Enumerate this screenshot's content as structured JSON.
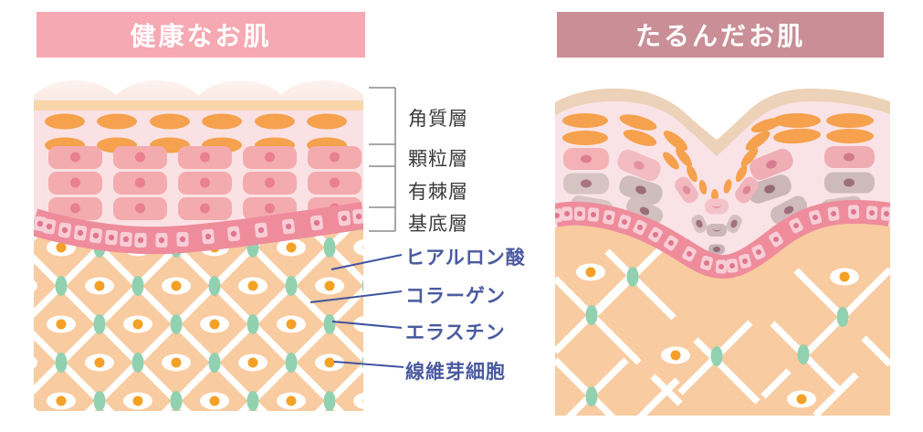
{
  "panels": {
    "healthy": {
      "title": "健康なお肌"
    },
    "sagging": {
      "title": "たるんだお肌"
    }
  },
  "epidermis_layers": [
    {
      "label": "角質層"
    },
    {
      "label": "顆粒層"
    },
    {
      "label": "有棘層"
    },
    {
      "label": "基底層"
    }
  ],
  "dermis_components": [
    {
      "label": "ヒアルロン酸"
    },
    {
      "label": "コラーゲン"
    },
    {
      "label": "エラスチン"
    },
    {
      "label": "線維芽細胞"
    }
  ],
  "colors": {
    "healthy_banner": "#f6a9b2",
    "sagging_banner": "#c98e96",
    "banner_text": "#ffffff",
    "layer_label_text": "#3b3b3b",
    "component_label_text": "#4a5aa0",
    "pointer_line": "#3f54a0",
    "bracket_line": "#8a8a8a",
    "surface_bump": "#f9dcd4",
    "stratum_corneum_band": "#f8d5aa",
    "epidermis_background": "#fae2e4",
    "granular_cell_orange": "#f5a14d",
    "spinous_cell_pink": "#f4abae",
    "spinous_cell_dot": "#e8808f",
    "basal_band": "#ee8c9c",
    "basal_cell": "#f8cdd6",
    "basal_cell_dot": "#e0768c",
    "dermis_background": "#f9cba0",
    "collagen_fiber": "#ffffff",
    "elastin_teal": "#92d1b0",
    "fibroblast_dot": "#f5a127",
    "sagging_surface_tan": "#ecd2b8",
    "sagging_cell_mauve": "#cfbcbc",
    "sagging_cell_dot": "#9d6d79"
  }
}
